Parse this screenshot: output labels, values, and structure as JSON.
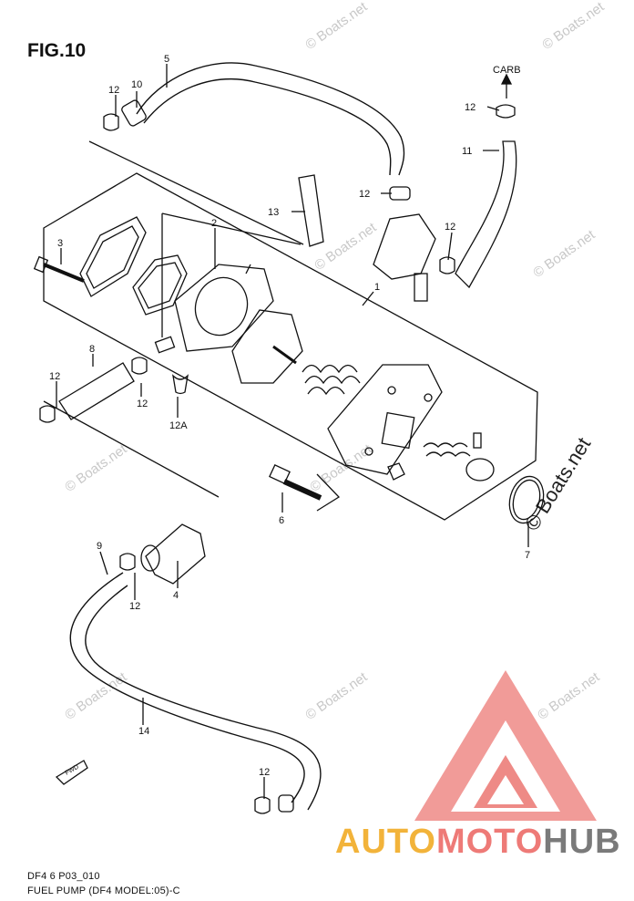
{
  "figure": {
    "title": "FIG.10",
    "footer_code": "DF4 6 P03_010",
    "footer_caption": "FUEL PUMP (DF4 MODEL:05)-C",
    "carb_label": "CARB",
    "fwd_label": "FWD"
  },
  "callouts": {
    "c1": "1",
    "c2": "2",
    "c3": "3",
    "c4": "4",
    "c5": "5",
    "c6": "6",
    "c7": "7",
    "c8": "8",
    "c9": "9",
    "c10": "10",
    "c11": "11",
    "c12a": "12",
    "c12b": "12",
    "c12c": "12",
    "c12d": "12",
    "c12e": "12",
    "c12f": "12",
    "c12g": "12",
    "c12h": "12",
    "c12A": "12A",
    "c13": "13",
    "c14": "14"
  },
  "watermarks": {
    "small": "© Boats.net",
    "big": "© Boats.net"
  },
  "logo": {
    "part_a": "AUTO",
    "part_b": "MOTO",
    "part_c": "HUB",
    "colors": {
      "auto": "#f2b33a",
      "moto": "#ee7a77",
      "hub": "#7a7a7a",
      "triangle": "#ee7a77"
    }
  }
}
